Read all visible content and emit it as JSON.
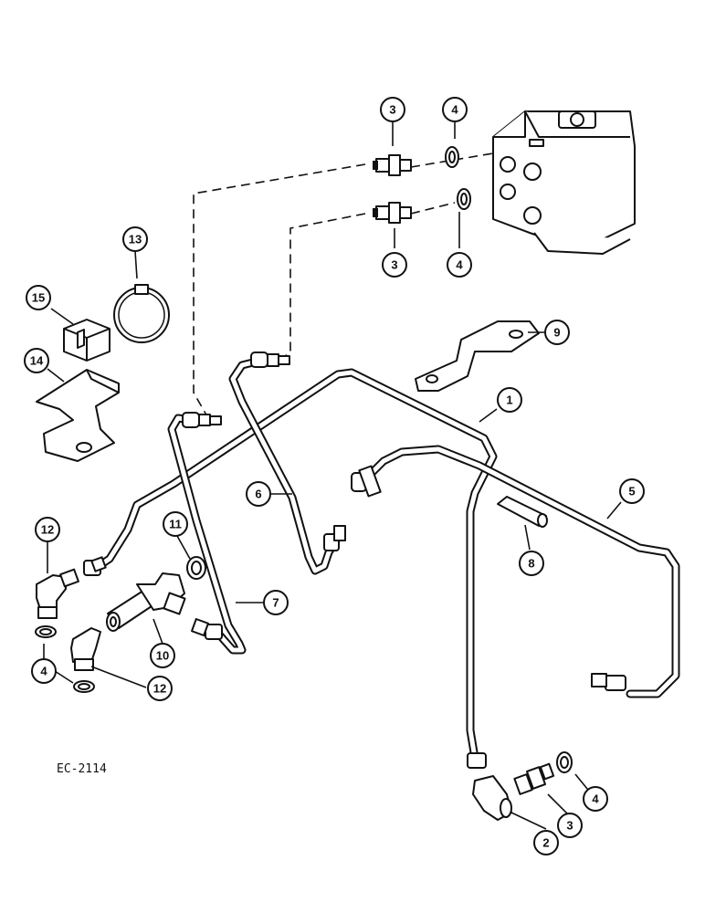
{
  "figure": {
    "reference_code": "EC-2114"
  },
  "callouts": {
    "c1": "1",
    "c2": "2",
    "c3a": "3",
    "c3b": "3",
    "c3c": "3",
    "c4a": "4",
    "c4b": "4",
    "c4c": "4",
    "c4d": "4",
    "c5": "5",
    "c6": "6",
    "c7": "7",
    "c8": "8",
    "c9": "9",
    "c10": "10",
    "c11": "11",
    "c12a": "12",
    "c12b": "12",
    "c13": "13",
    "c14": "14",
    "c15": "15"
  },
  "colors": {
    "line": "#111111",
    "background": "#ffffff"
  }
}
